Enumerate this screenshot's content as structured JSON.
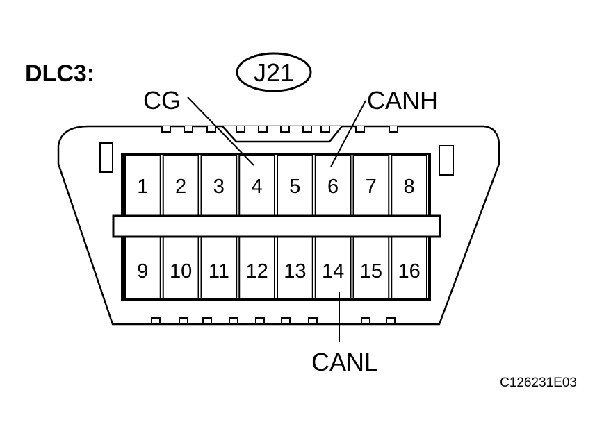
{
  "connector_name": "DLC3:",
  "connector_code": "J21",
  "pins_top": [
    "1",
    "2",
    "3",
    "4",
    "5",
    "6",
    "7",
    "8"
  ],
  "pins_bottom": [
    "9",
    "10",
    "11",
    "12",
    "13",
    "14",
    "15",
    "16"
  ],
  "labels": {
    "cg": "CG",
    "canh": "CANH",
    "canl": "CANL"
  },
  "figure_code": "C126231E03",
  "colors": {
    "line": "#000000",
    "background": "#ffffff"
  }
}
